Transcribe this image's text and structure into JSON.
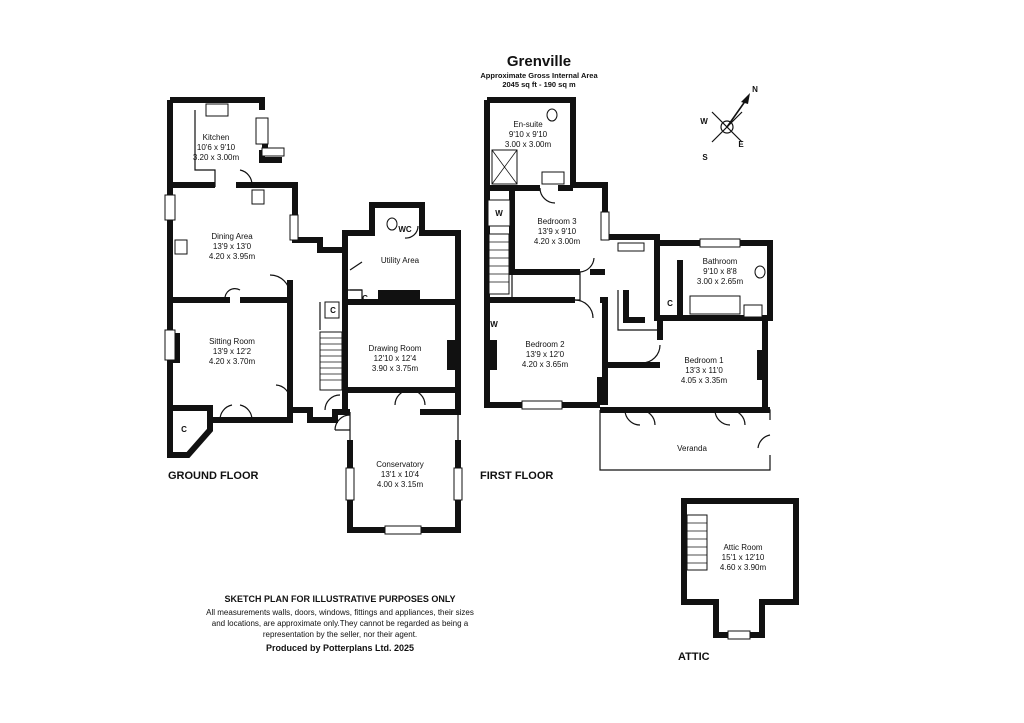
{
  "header": {
    "title": "Grenville",
    "subtitle": "Approximate Gross Internal Area",
    "area": "2045 sq ft - 190 sq m"
  },
  "compass": {
    "n": "N",
    "s": "S",
    "e": "E",
    "w": "W"
  },
  "floors": {
    "ground": "GROUND FLOOR",
    "first": "FIRST FLOOR",
    "attic": "ATTIC"
  },
  "rooms": {
    "kitchen": {
      "name": "Kitchen",
      "imperial": "10'6 x 9'10",
      "metric": "3.20 x 3.00m"
    },
    "dining": {
      "name": "Dining Area",
      "imperial": "13'9 x 13'0",
      "metric": "4.20 x 3.95m"
    },
    "sitting": {
      "name": "Sitting Room",
      "imperial": "13'9 x 12'2",
      "metric": "4.20 x 3.70m"
    },
    "utility": {
      "name": "Utility Area"
    },
    "wc": {
      "name": "WC"
    },
    "drawing": {
      "name": "Drawing Room",
      "imperial": "12'10 x 12'4",
      "metric": "3.90 x 3.75m"
    },
    "conservatory": {
      "name": "Conservatory",
      "imperial": "13'1 x 10'4",
      "metric": "4.00 x 3.15m"
    },
    "ensuite": {
      "name": "En-suite",
      "imperial": "9'10 x 9'10",
      "metric": "3.00 x 3.00m"
    },
    "bedroom3": {
      "name": "Bedroom 3",
      "imperial": "13'9 x 9'10",
      "metric": "4.20 x 3.00m"
    },
    "bathroom": {
      "name": "Bathroom",
      "imperial": "9'10 x 8'8",
      "metric": "3.00 x 2.65m"
    },
    "bedroom2": {
      "name": "Bedroom 2",
      "imperial": "13'9 x 12'0",
      "metric": "4.20 x 3.65m"
    },
    "bedroom1": {
      "name": "Bedroom 1",
      "imperial": "13'3 x 11'0",
      "metric": "4.05 x 3.35m"
    },
    "veranda": {
      "name": "Veranda"
    },
    "attic": {
      "name": "Attic Room",
      "imperial": "15'1 x 12'10",
      "metric": "4.60 x 3.90m"
    }
  },
  "markers": {
    "cupboard": "C",
    "wardrobe": "W"
  },
  "disclaimer": {
    "heading": "SKETCH PLAN FOR ILLUSTRATIVE PURPOSES ONLY",
    "line1": "All measurements walls, doors, windows, fittings and appliances, their sizes",
    "line2": "and locations, are approximate only.They cannot be regarded as being a",
    "line3": "representation by the seller, nor their agent.",
    "credit": "Produced by Potterplans Ltd. 2025"
  }
}
